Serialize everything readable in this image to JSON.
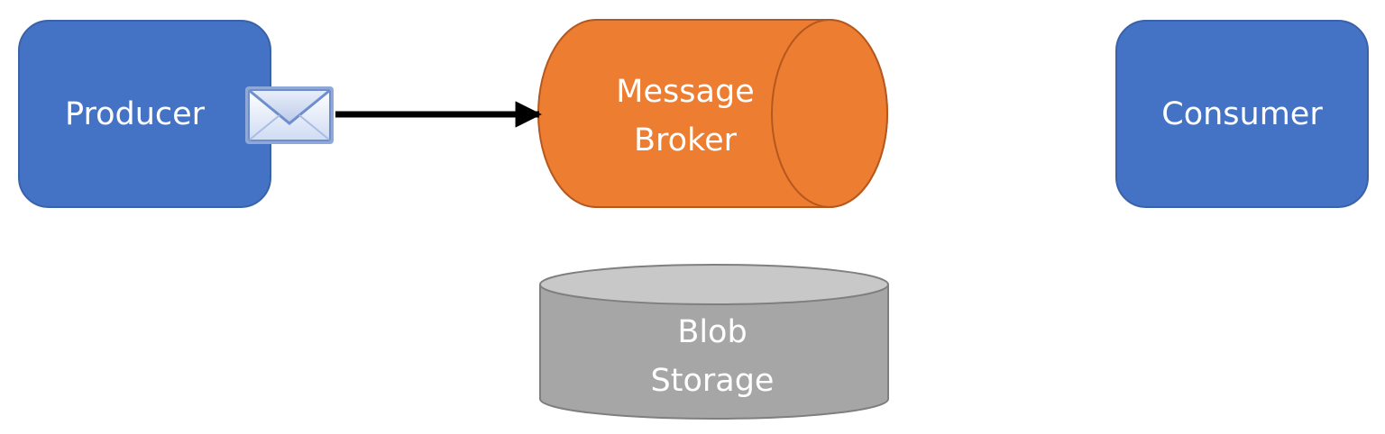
{
  "nodes": {
    "producer": {
      "label": "Producer"
    },
    "consumer": {
      "label": "Consumer"
    },
    "broker": {
      "lines": [
        "Message",
        "Broker"
      ]
    },
    "storage": {
      "lines": [
        "Blob",
        "Storage"
      ]
    }
  },
  "edges": [
    {
      "from": "producer",
      "to": "broker",
      "label": ""
    }
  ],
  "icons": {
    "envelope": "envelope-icon"
  },
  "colors": {
    "service_fill": "#4472c4",
    "broker_fill": "#ed7d31",
    "storage_fill": "#a6a6a6",
    "arrow": "#000000"
  }
}
